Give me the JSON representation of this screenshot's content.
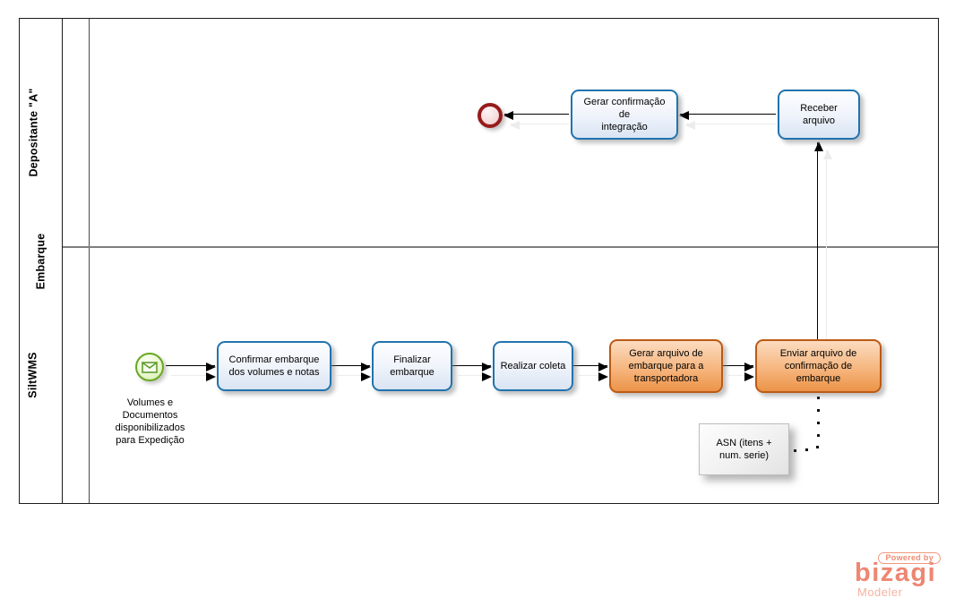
{
  "pool": {
    "label": "Embarque",
    "lanes": [
      {
        "label": "Depositante \"A\""
      },
      {
        "label": "SiltWMS"
      }
    ]
  },
  "events": {
    "start": {
      "type": "message-start",
      "label": "Volumes e\nDocumentos\ndisponibilizados\npara Expedição",
      "color": "#67a822",
      "icon": "envelope-icon"
    },
    "end": {
      "type": "end",
      "color": "#951c1c"
    }
  },
  "tasks": [
    {
      "id": "gerar-confirmacao-integracao",
      "label": "Gerar confirmação de\nintegração",
      "style": "blue",
      "lane": "Depositante \"A\""
    },
    {
      "id": "receber-arquivo",
      "label": "Receber\narquivo",
      "style": "blue",
      "lane": "Depositante \"A\""
    },
    {
      "id": "confirmar-embarque",
      "label": "Confirmar embarque\ndos volumes e notas",
      "style": "blue",
      "lane": "SiltWMS"
    },
    {
      "id": "finalizar-embarque",
      "label": "Finalizar\nembarque",
      "style": "blue",
      "lane": "SiltWMS"
    },
    {
      "id": "realizar-coleta",
      "label": "Realizar coleta",
      "style": "blue",
      "lane": "SiltWMS"
    },
    {
      "id": "gerar-arquivo-transportadora",
      "label": "Gerar arquivo de\nembarque para a\ntransportadora",
      "style": "orange",
      "lane": "SiltWMS"
    },
    {
      "id": "enviar-arquivo-confirmacao",
      "label": "Enviar arquivo de\nconfirmação de embarque",
      "style": "orange",
      "lane": "SiltWMS"
    }
  ],
  "annotation": {
    "label": "ASN (itens +\nnum. serie)"
  },
  "colors": {
    "task_blue_border": "#2173ae",
    "task_orange_border": "#bb5a15",
    "lane_divider": "#7f7f7f",
    "logo_accent": "#ee8672"
  },
  "logo": {
    "powered_by": "Powered by",
    "brand": "bizagi",
    "product": "Modeler"
  }
}
